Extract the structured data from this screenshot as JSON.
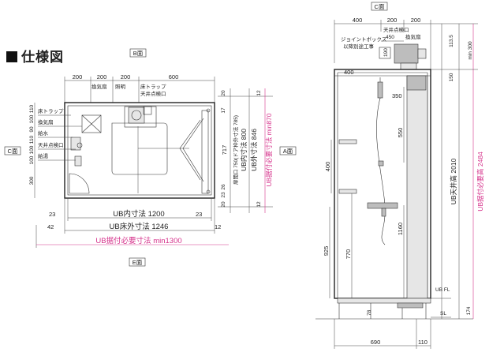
{
  "title": "仕様図",
  "face_labels": {
    "B": "B面",
    "C_plan": "C面",
    "E": "E面",
    "A": "A面",
    "C_elev": "C面"
  },
  "plan": {
    "top_dims": [
      "200",
      "200",
      "200",
      "600"
    ],
    "top_labels": [
      "換気扇",
      "照明",
      "床トラップ",
      "天井点検口"
    ],
    "left_labels": [
      "床トラップ",
      "換気扇",
      "給水",
      "天井点検口",
      "給湯"
    ],
    "left_dims": [
      "110",
      "100",
      "90",
      "110",
      "100",
      "100",
      "300"
    ],
    "right_dims": [
      "20",
      "12",
      "17",
      "717",
      "26",
      "23",
      "20",
      "12"
    ],
    "vertical_texts": {
      "door": "扉開口 750(ドア枠外寸法 785)",
      "inner": "UB内寸法 800",
      "outer": "UB外寸法 846",
      "required": "UB据付必要寸法 min870"
    },
    "bottom_small": [
      "23",
      "23",
      "42",
      "12"
    ],
    "bottom_texts": {
      "inner": "UB内寸法 1200",
      "outer": "UB床外寸法 1246",
      "required": "UB据付必要寸法 min1300"
    }
  },
  "elevation": {
    "top_dims": [
      "400",
      "200",
      "200"
    ],
    "labels": {
      "jbox": "ジョイントボックス",
      "separate": "以降別途工事",
      "hatch": "天井点検口",
      "hatch_dim": "450",
      "fan": "換気扇",
      "ub_fl": "UB FL",
      "sl": "SL"
    },
    "inner_dims": [
      "190",
      "400",
      "350",
      "550",
      "400",
      "1160",
      "770",
      "925",
      "78"
    ],
    "right_dims": [
      "113.5",
      "150",
      "174"
    ],
    "min300": "min 300",
    "vertical_texts": {
      "ceiling": "UB天井高 2010",
      "required": "UB据付必要高 2484"
    },
    "bottom_dims": [
      "690",
      "110"
    ]
  },
  "colors": {
    "accent": "#d6338c",
    "line": "#333333"
  }
}
